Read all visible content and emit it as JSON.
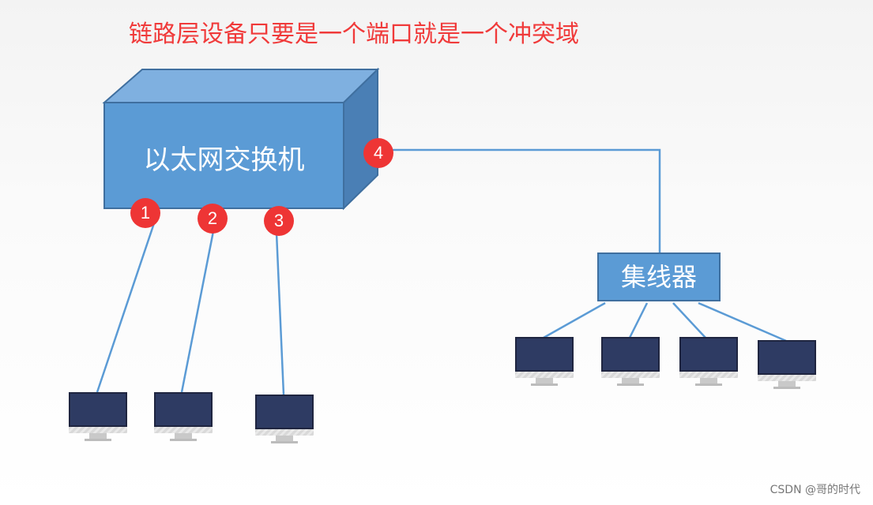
{
  "title": "链路层设备只要是一个端口就是一个冲突域",
  "switch_label": "以太网交换机",
  "hub_label": "集线器",
  "ports": [
    "1",
    "2",
    "3",
    "4"
  ],
  "computers_on_switch": 3,
  "computers_on_hub": 4,
  "watermark": "CSDN @哥的时代",
  "colors": {
    "title": "#f03a3a",
    "switch_front": "#5b9bd5",
    "switch_top": "#7fb0e0",
    "switch_side": "#4a7fb5",
    "link": "#5b9bd5",
    "port": "#ee3535",
    "screen": "#2e3b63"
  }
}
